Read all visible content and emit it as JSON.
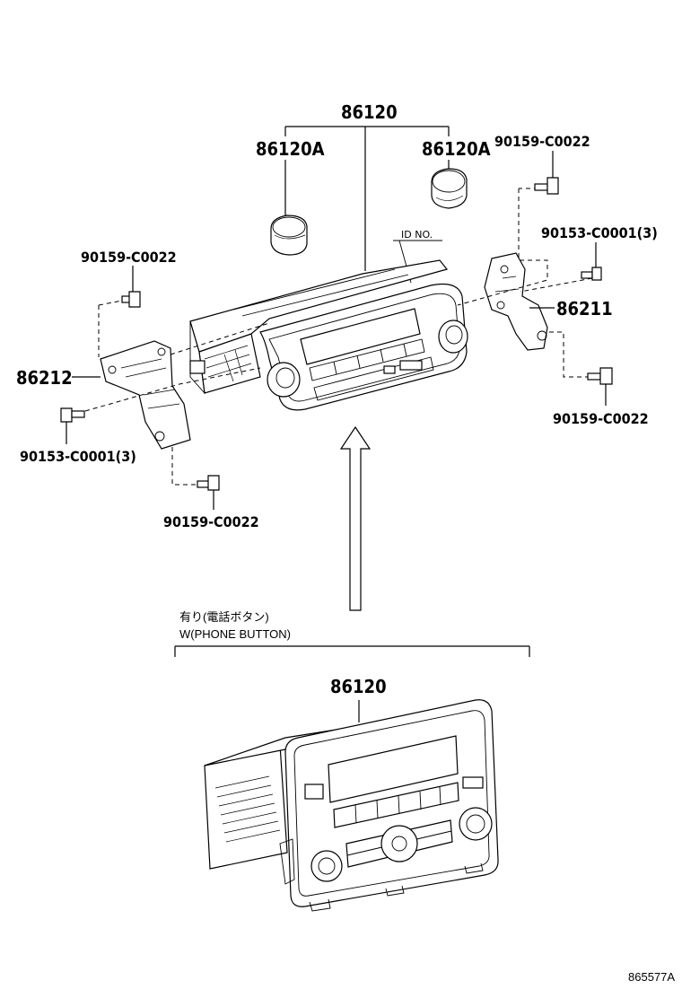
{
  "labels": {
    "radio_main_top": "86120",
    "knob_left": "86120A",
    "knob_right": "86120A",
    "id_no": "ID NO.",
    "screw_top_right": "90159-C0022",
    "screw_right_mid": "90153-C0001(3)",
    "bracket_right": "86211",
    "screw_right_low": "90159-C0022",
    "screw_left_top": "90159-C0022",
    "bracket_left": "86212",
    "screw_left_mid": "90153-C0001(3)",
    "screw_left_low": "90159-C0022",
    "variant_jp": "有り(電話ボタン)",
    "variant_en": "W(PHONE BUTTON)",
    "radio_main_bottom": "86120",
    "figure_code": "865577A"
  }
}
